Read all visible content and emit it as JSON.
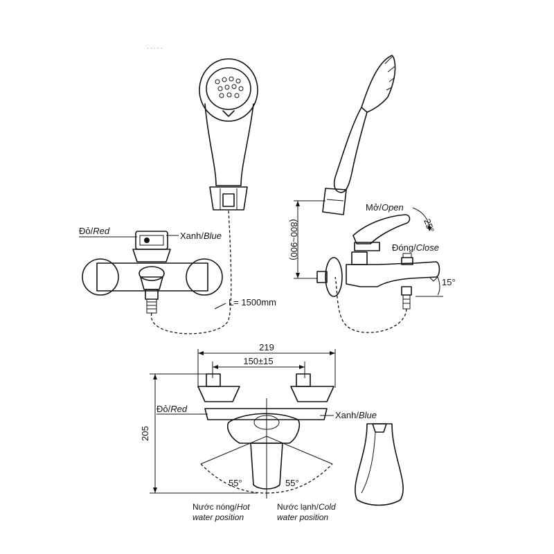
{
  "labels": {
    "red_vi": "Đỏ/",
    "red_en": "Red",
    "blue_vi": "Xanh/",
    "blue_en": "Blue",
    "hose_length": "L= 1500mm",
    "open_vi": "Mở/",
    "open_en": "Open",
    "close_vi": "Đóng/",
    "close_en": "Close",
    "hot_vi": "Nước nóng/",
    "hot_en": "Hot",
    "hot_en2": "water position",
    "cold_vi": "Nước lạnh/",
    "cold_en": "Cold",
    "cold_en2": "water position"
  },
  "dimensions": {
    "height_range": "(800~900)",
    "width_total": "219",
    "center_distance": "150±15",
    "height": "205",
    "angle_open": "25°",
    "angle_spout": "15°",
    "angle_left": "55°",
    "angle_right": "55°"
  }
}
